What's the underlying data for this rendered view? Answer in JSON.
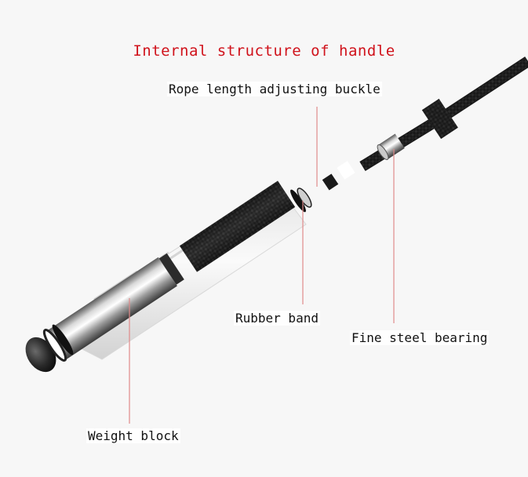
{
  "title": "Internal structure of handle",
  "labels": {
    "buckle": "Rope length adjusting buckle",
    "rubber": "Rubber band",
    "bearing": "Fine steel bearing",
    "weight": "Weight block"
  },
  "colors": {
    "title": "#d0121b",
    "leader_line": "#e08a8a",
    "metal_light": "#f2f2f2",
    "metal_dark": "#6b6b6b",
    "carbon": "#1c1c1c"
  }
}
